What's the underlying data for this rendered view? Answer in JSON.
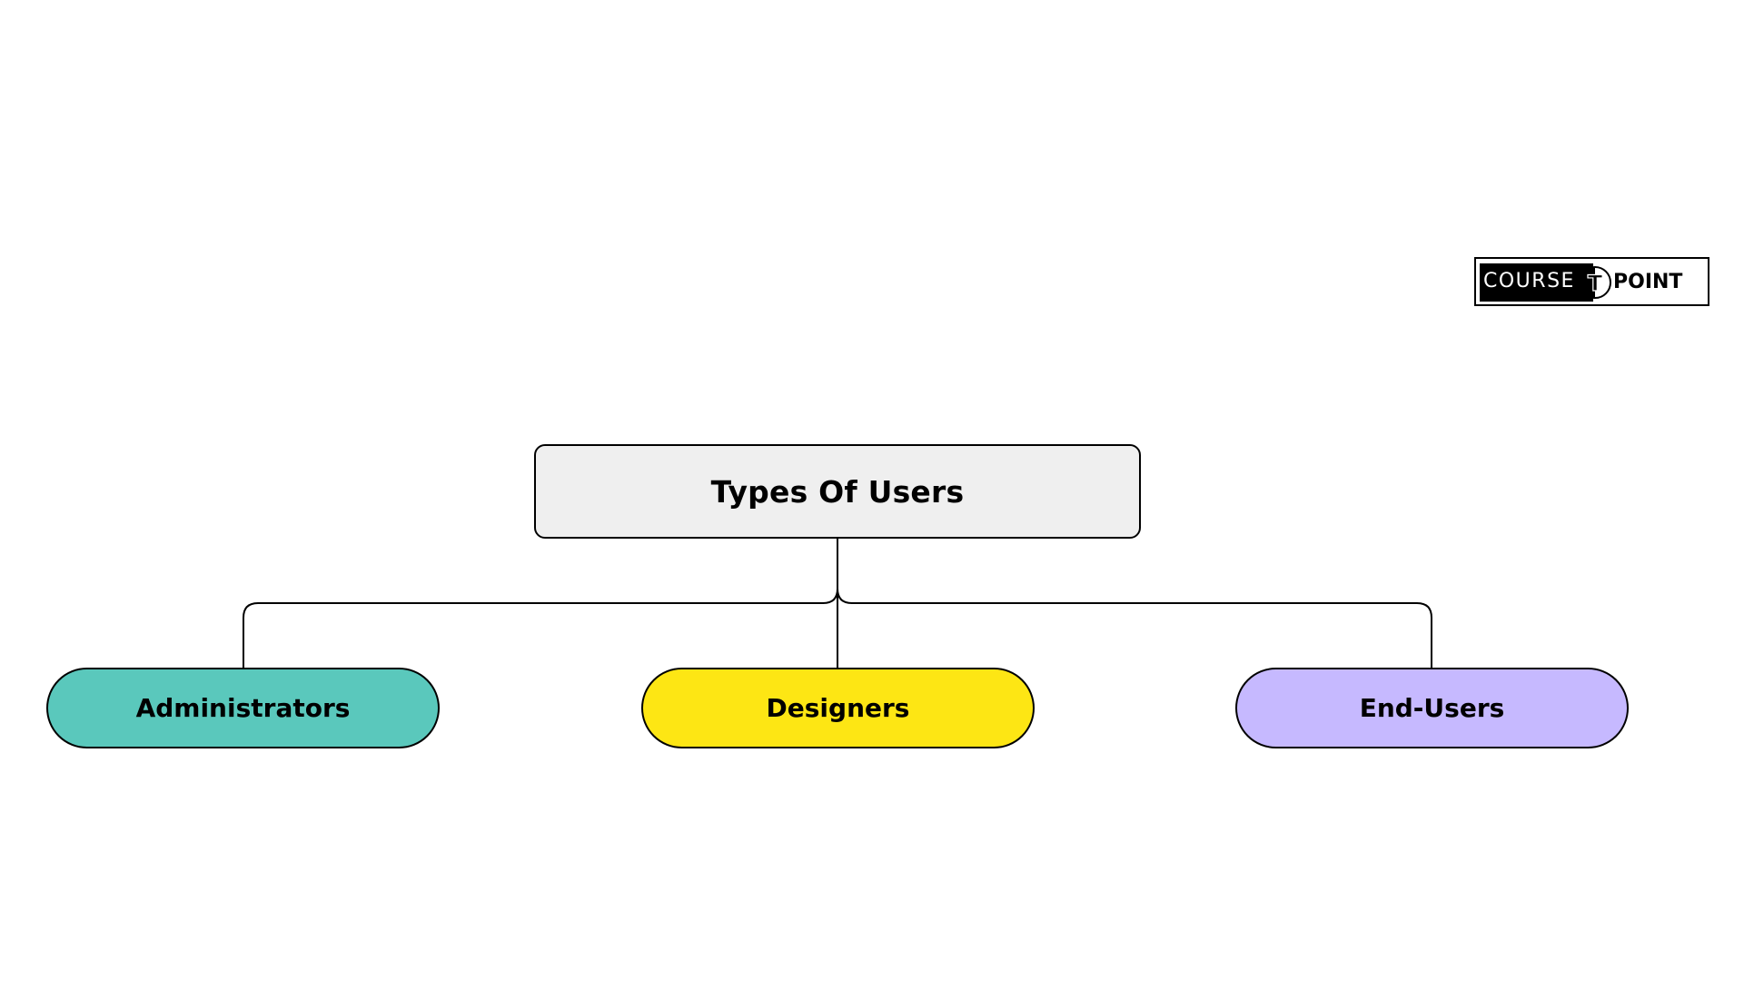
{
  "diagram": {
    "root": {
      "label": "Types Of Users",
      "fill": "#efefef"
    },
    "children": [
      {
        "label": "Administrators",
        "fill": "#5ac8bc"
      },
      {
        "label": "Designers",
        "fill": "#fde614"
      },
      {
        "label": "End-Users",
        "fill": "#c6b9ff"
      }
    ],
    "line_color": "#000000"
  },
  "logo": {
    "text_left": "COURSE",
    "text_right": "POINT",
    "mark_letter": "T"
  }
}
